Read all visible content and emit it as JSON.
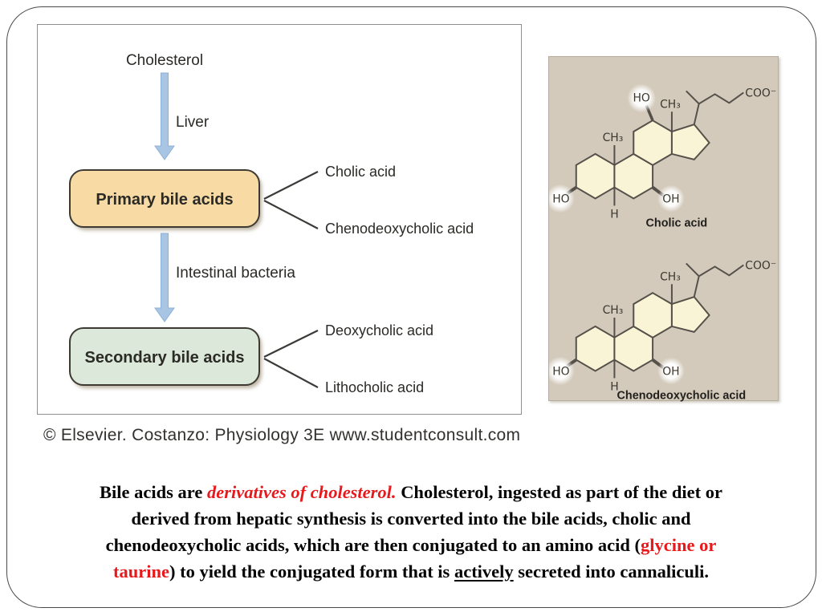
{
  "flowchart": {
    "cholesterol": "Cholesterol",
    "liver": "Liver",
    "primary_box": "Primary bile acids",
    "primary_branch_top": "Cholic acid",
    "primary_branch_bottom": "Chenodeoxycholic acid",
    "intestinal": "Intestinal bacteria",
    "secondary_box": "Secondary bile acids",
    "secondary_branch_top": "Deoxycholic acid",
    "secondary_branch_bottom": "Lithocholic acid"
  },
  "chem": {
    "cholic": {
      "name": "Cholic acid",
      "ho12": "HO",
      "ch3_upper": "CH₃",
      "ch3_lower": "CH₃",
      "coo": "COO⁻",
      "ho3": "HO",
      "oh7": "OH",
      "h": "H"
    },
    "cheno": {
      "name": "Chenodeoxycholic acid",
      "ch3_upper": "CH₃",
      "ch3_lower": "CH₃",
      "coo": "COO⁻",
      "ho3": "HO",
      "oh7": "OH",
      "h": "H"
    }
  },
  "caption": "© Elsevier. Costanzo: Physiology 3E www.studentconsult.com",
  "body": {
    "line1": {
      "pre": "Bile acids are ",
      "red": "derivatives of cholesterol.",
      "post": " Cholesterol, ingested as part of the diet or"
    },
    "line2": "derived from hepatic synthesis is converted into the bile acids, cholic and",
    "line3": {
      "pre": "chenodeoxycholic acids, which are then conjugated to an amino acid (",
      "red": "glycine or"
    },
    "line4": {
      "red": "taurine",
      "mid": ") to yield the conjugated form that is ",
      "underline": "actively",
      "post": " secreted into cannaliculi."
    }
  },
  "colors": {
    "primary_box": "#f8dba4",
    "secondary_box": "#dbe8da",
    "arrow_blue": "#a9c5e4",
    "chem_panel_bg": "#d3cabb",
    "ring_fill": "#f8f4d5",
    "red_text": "#e8191c"
  }
}
